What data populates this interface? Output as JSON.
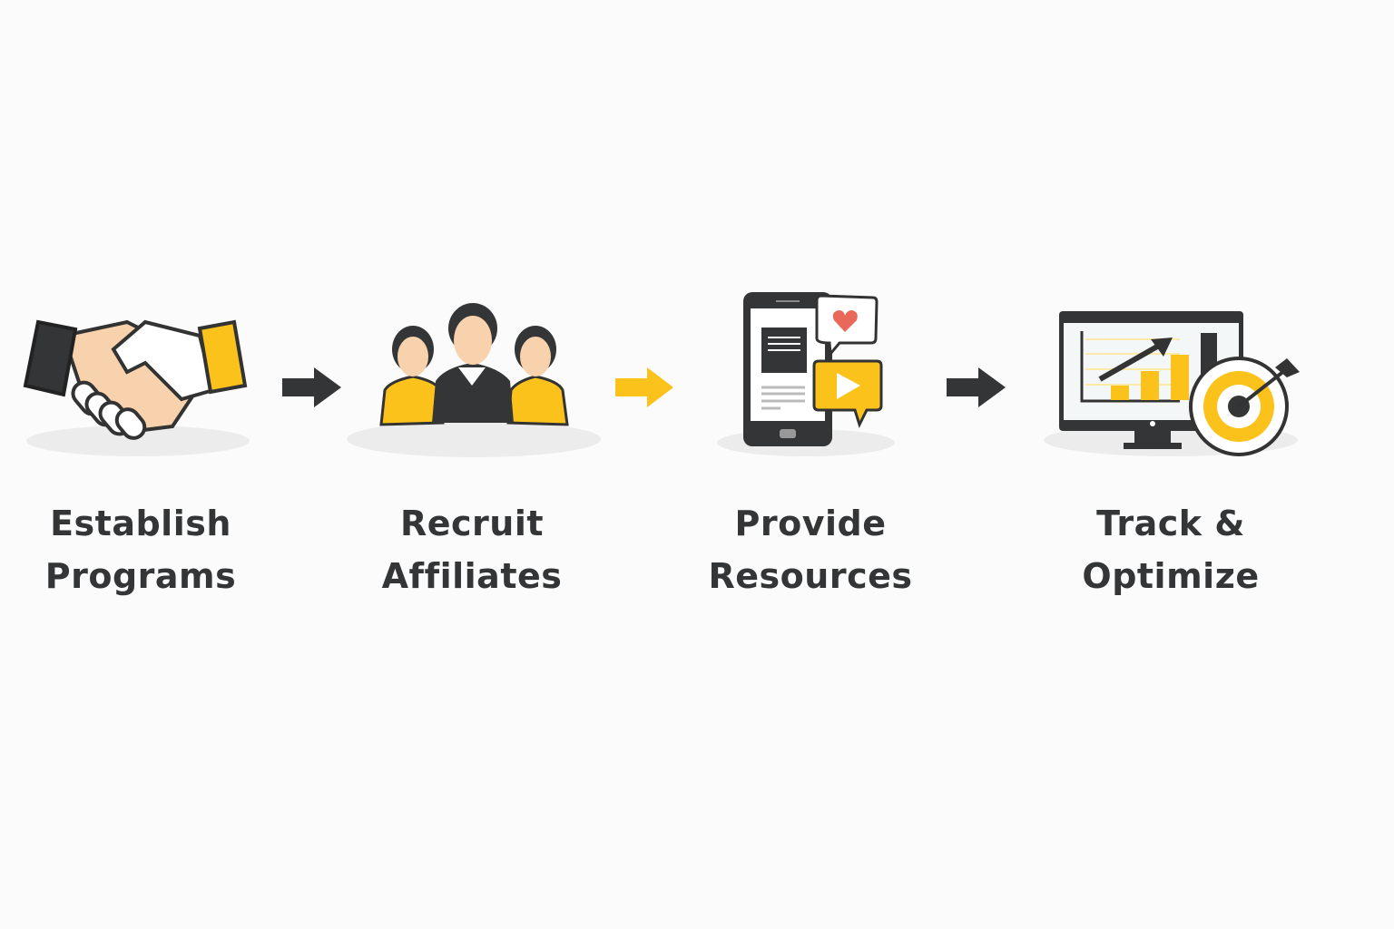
{
  "steps": [
    {
      "line1": "Establish",
      "line2": "Programs",
      "icon": "handshake-icon"
    },
    {
      "line1": "Recruit",
      "line2": "Affiliates",
      "icon": "people-group-icon"
    },
    {
      "line1": "Provide",
      "line2": "Resources",
      "icon": "phone-media-icon"
    },
    {
      "line1": "Track &",
      "line2": "Optimize",
      "icon": "monitor-chart-target-icon"
    }
  ],
  "colors": {
    "dark": "#333536",
    "yellow": "#fbc21b",
    "skin": "#f8d2ac",
    "heart": "#e8685a",
    "shadow": "#ececec"
  }
}
